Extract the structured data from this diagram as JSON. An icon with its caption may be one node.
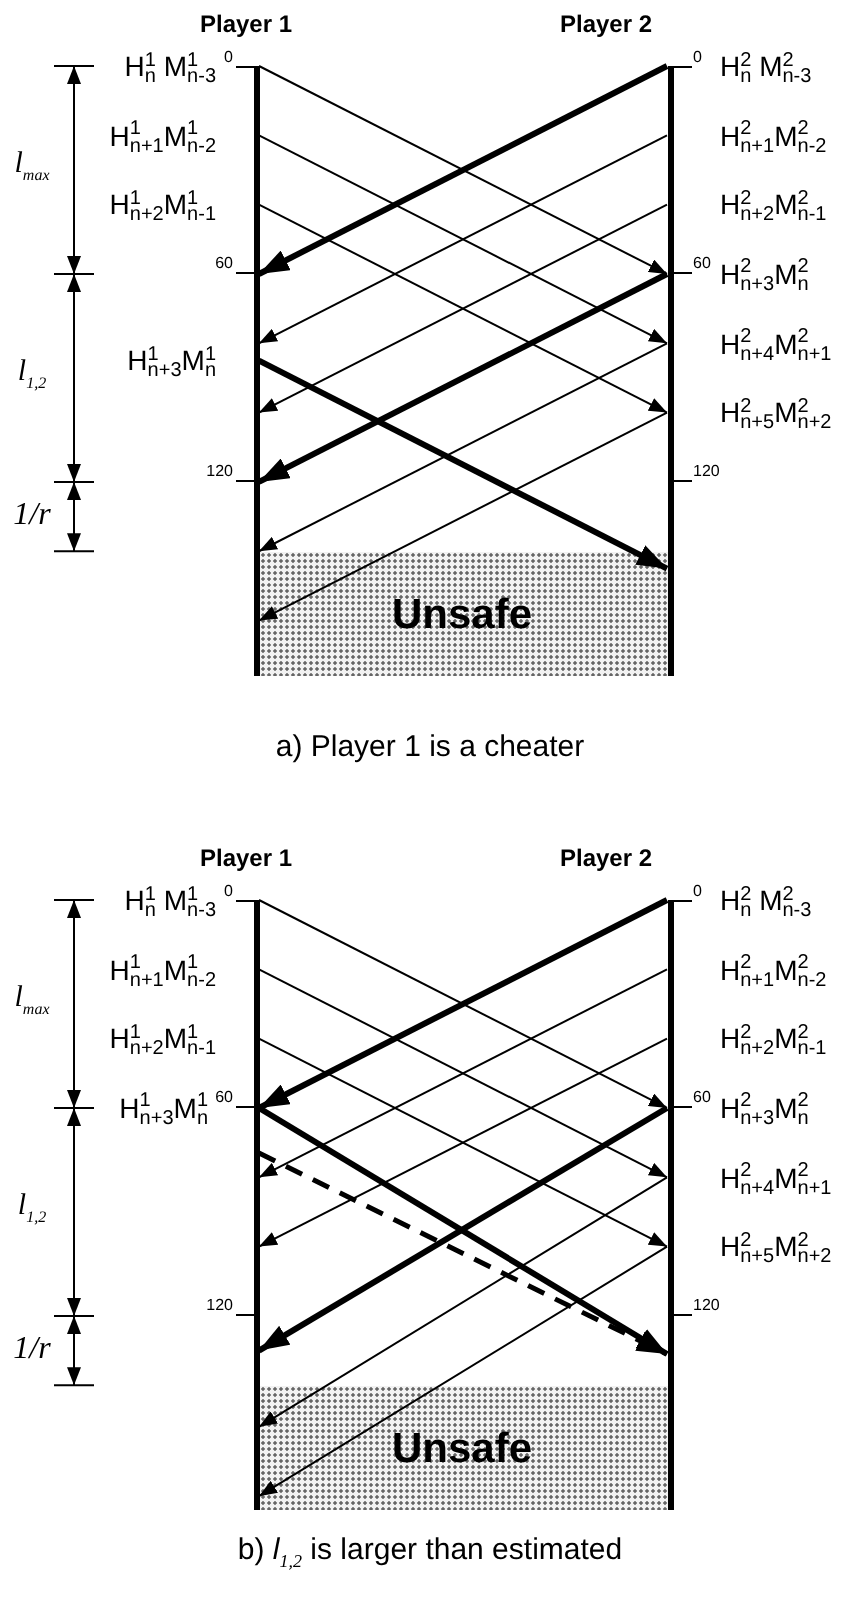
{
  "diagram": {
    "nodes": [
      {
        "text": [],
        "shape": "bar",
        "beside": [
          "Player 1"
        ]
      },
      {
        "text": [],
        "shape": "bar",
        "beside": [
          "Player 2"
        ]
      },
      {
        "text": [
          "Unsafe"
        ]
      },
      {
        "text": [],
        "shape": "bar",
        "beside": [
          "Player 1"
        ]
      },
      {
        "text": [],
        "shape": "bar",
        "beside": [
          "Player 2"
        ]
      },
      {
        "text": [
          "Unsafe"
        ]
      }
    ],
    "edges": [
      {
        "from": 0,
        "to": 1,
        "arrow": "to"
      },
      {
        "from": 0,
        "to": 1,
        "arrow": "to"
      },
      {
        "from": 0,
        "to": 1,
        "arrow": "to"
      },
      {
        "from": 1,
        "to": 0,
        "arrow": "to",
        "style": "thick"
      },
      {
        "from": 1,
        "to": 0,
        "arrow": "to"
      },
      {
        "from": 1,
        "to": 0,
        "arrow": "to"
      },
      {
        "from": 1,
        "to": 0,
        "arrow": "to",
        "style": "thick"
      },
      {
        "from": 1,
        "to": 0,
        "arrow": "to"
      },
      {
        "from": 1,
        "to": 0,
        "arrow": "to"
      },
      {
        "from": 0,
        "to": 1,
        "arrow": "to",
        "style": "thick"
      },
      {
        "from": 3,
        "to": 4,
        "arrow": "to"
      },
      {
        "from": 3,
        "to": 4,
        "arrow": "to"
      },
      {
        "from": 3,
        "to": 4,
        "arrow": "to"
      },
      {
        "from": 4,
        "to": 3,
        "arrow": "to",
        "style": "thick"
      },
      {
        "from": 4,
        "to": 3,
        "arrow": "to"
      },
      {
        "from": 4,
        "to": 3,
        "arrow": "to"
      },
      {
        "from": 4,
        "to": 3,
        "arrow": "to",
        "style": "thick"
      },
      {
        "from": 4,
        "to": 3,
        "arrow": "to"
      },
      {
        "from": 4,
        "to": 3,
        "arrow": "to"
      },
      {
        "from": 3,
        "to": 4,
        "arrow": "to",
        "style": "thick"
      },
      {
        "from": 3,
        "to": 4,
        "arrow": "to",
        "style": "dashed"
      }
    ],
    "labels": [
      "H$^{1}$$_{n}$ M$^{1}$$_{n-3}$",
      "0",
      "0",
      "H$^{2}$$_{n}$ M$^{2}$$_{n-3}$",
      "H$^{1}$$_{n+1}$M$^{1}$$_{n-2}$",
      "H$^{2}$$_{n+1}$M$^{2}$$_{n-2}$",
      "*l*$_{max}$",
      "H$^{1}$$_{n+2}$M$^{1}$$_{n-1}$",
      "H$^{2}$$_{n+2}$M$^{2}$$_{n-1}$",
      "60",
      "60",
      "H$^{2}$$_{n+3}$M$^{2}$$_{n}$",
      "H$^{2}$$_{n+4}$M$^{2}$$_{n+1}$",
      "*l*$_{1,2}$",
      "H$^{1}$$_{n+3}$M$^{1}$$_{n}$",
      "H$^{2}$$_{n+5}$M$^{2}$$_{n+2}$",
      "120",
      "120",
      "1/r",
      "a) Player 1 is a cheater",
      "H$^{1}$$_{n}$ M$^{1}$$_{n-3}$",
      "0",
      "0",
      "H$^{2}$$_{n}$ M$^{2}$$_{n-3}$",
      "H$^{1}$$_{n+1}$M$^{1}$$_{n-2}$",
      "H$^{2}$$_{n+1}$M$^{2}$$_{n-2}$",
      "*l*$_{max}$",
      "H$^{1}$$_{n+2}$M$^{1}$$_{n-1}$",
      "H$^{2}$$_{n+2}$M$^{2}$$_{n-1}$",
      "H$^{1}$$_{n+3}$M$^{1}$$_{n}$",
      "60",
      "60",
      "H$^{2}$$_{n+3}$M$^{2}$$_{n}$",
      "H$^{2}$$_{n+4}$M$^{2}$$_{n+1}$",
      "*l*$_{1,2}$",
      "H$^{2}$$_{n+5}$M$^{2}$$_{n+2}$",
      "120",
      "120",
      "1/r",
      "b) *l*$_{1,2}$ is larger than estimated"
    ]
  }
}
